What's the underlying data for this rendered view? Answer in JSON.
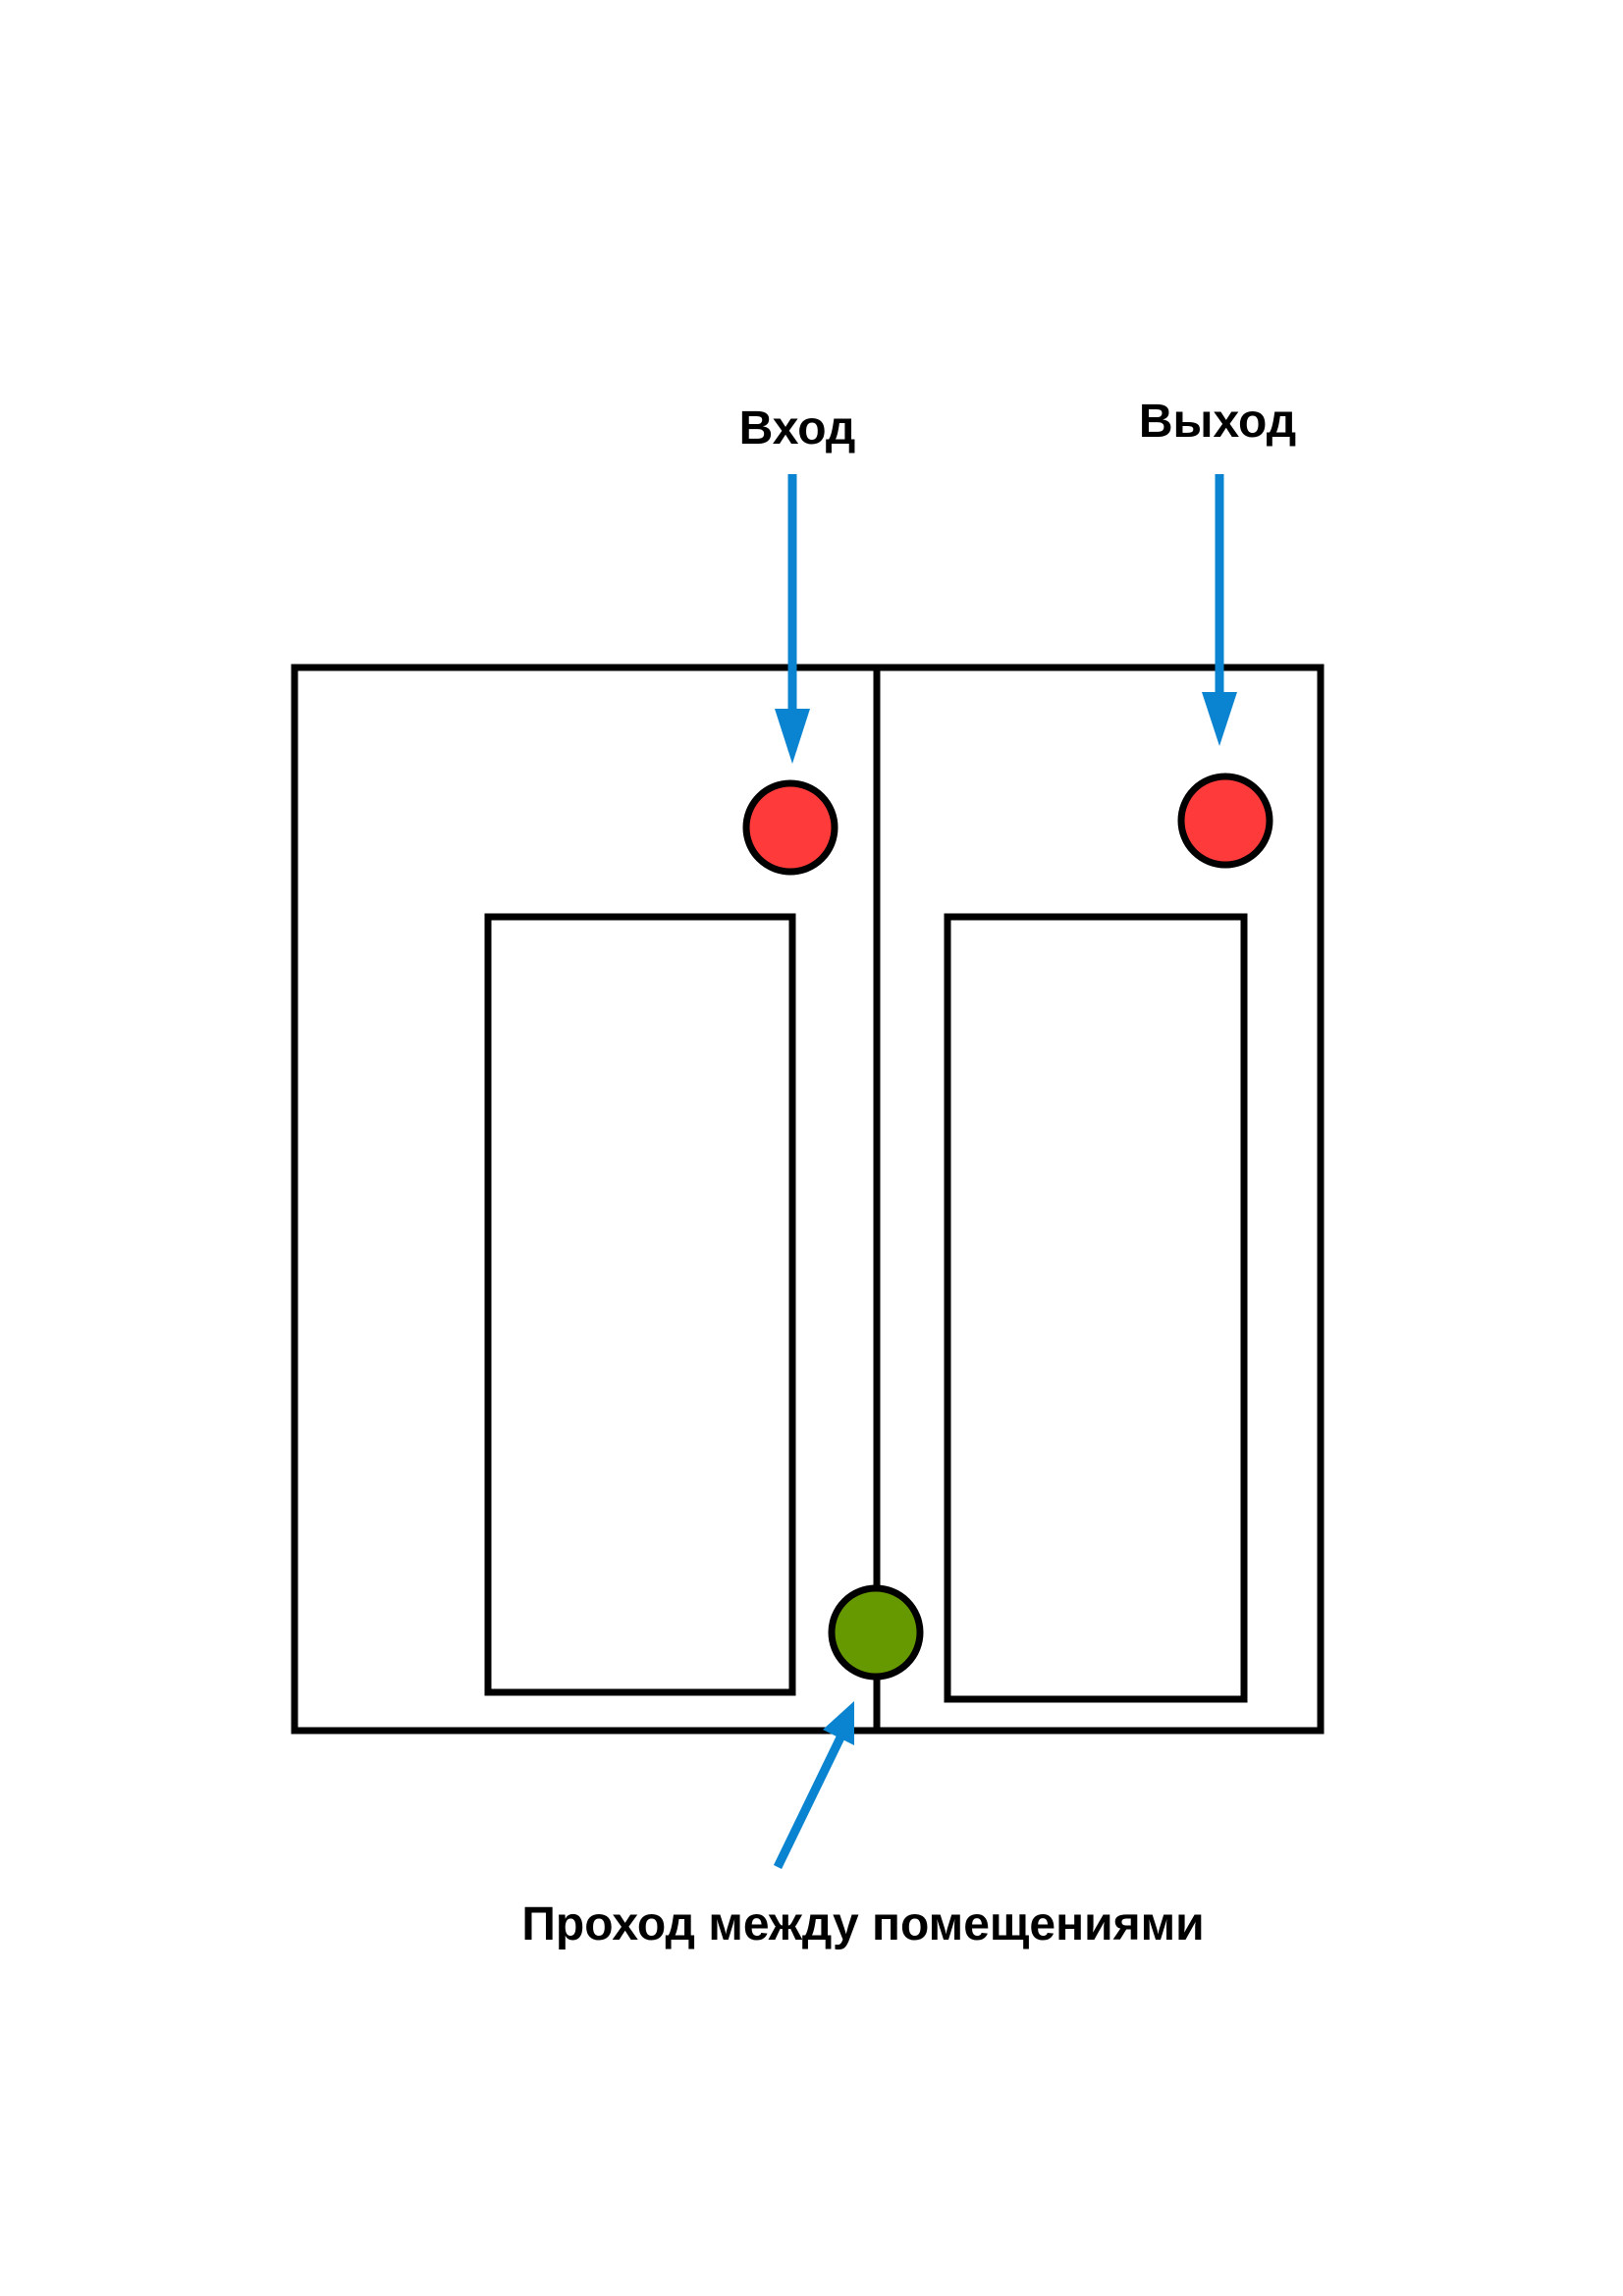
{
  "labels": {
    "entrance": "Вход",
    "exit": "Выход",
    "passage": "Проход между помещениями"
  },
  "colors": {
    "outline": "#000000",
    "arrow": "#0a84d0",
    "entrance_marker": "#ff3a3a",
    "exit_marker": "#ff3a3a",
    "passage_marker": "#669900",
    "background": "#ffffff"
  }
}
